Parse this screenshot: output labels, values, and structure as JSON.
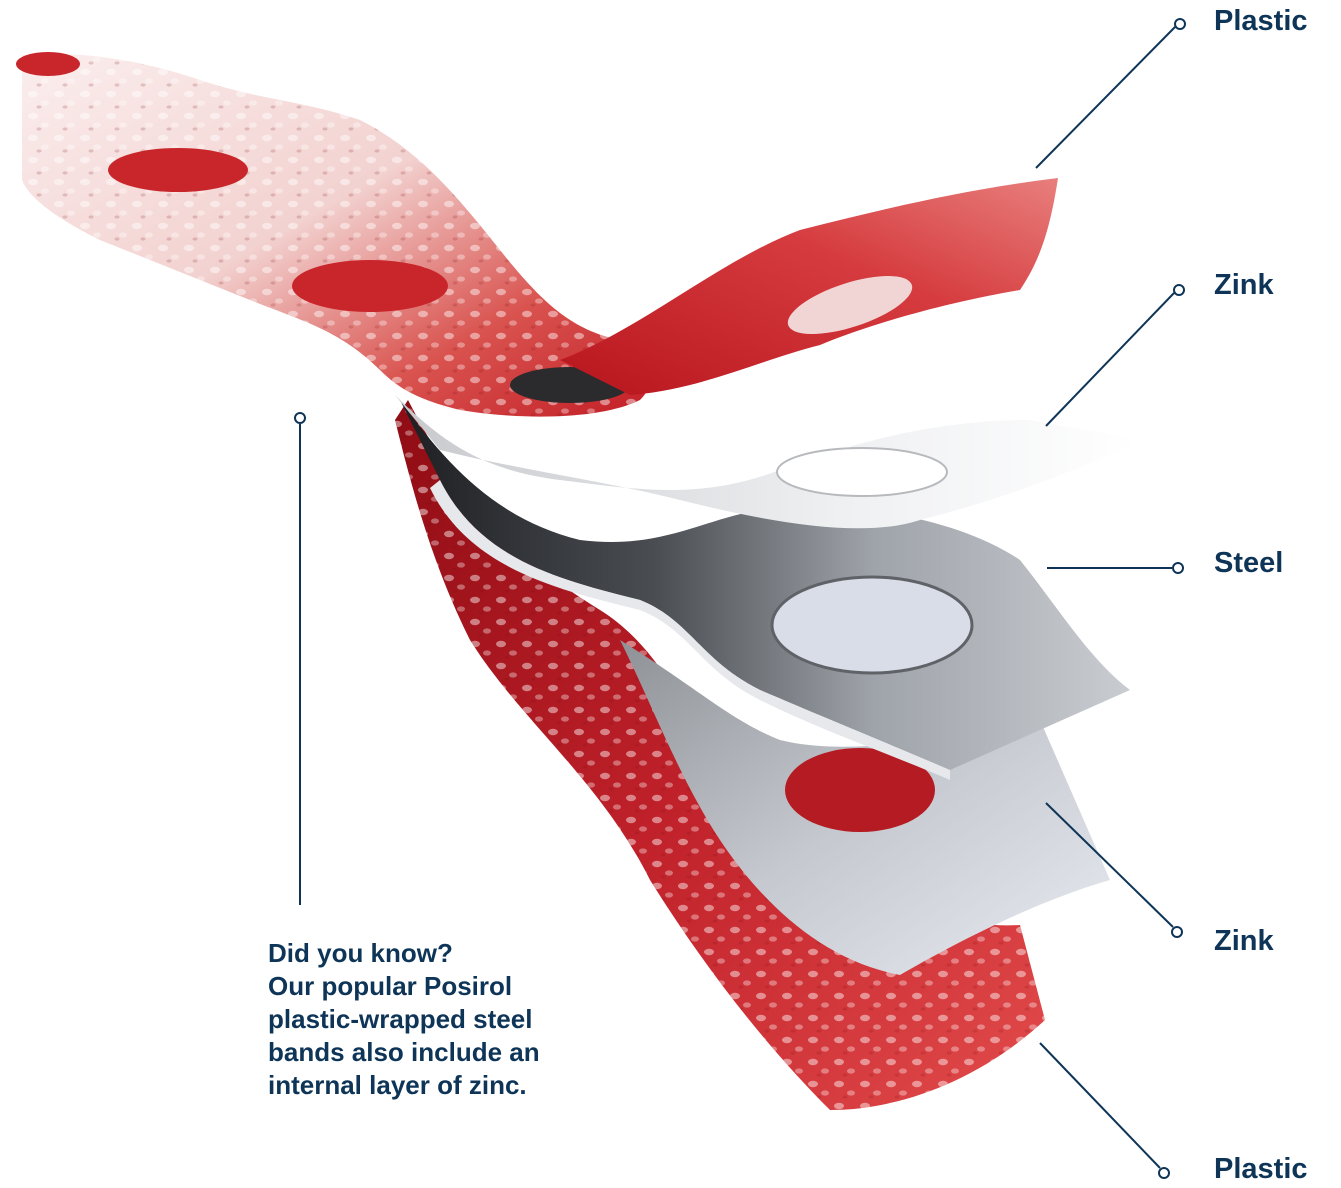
{
  "colors": {
    "callout": "#0e3557",
    "plastic": "#c8242a",
    "plastic_light": "#f4e0de",
    "steel": "#9ea4ab",
    "zinc": "#e4e7ec"
  },
  "labels": {
    "plastic_top": "Plastic",
    "zink_top": "Zink",
    "steel": "Steel",
    "zink_bottom": "Zink",
    "plastic_bottom": "Plastic"
  },
  "note": {
    "lines": [
      "Did you know?",
      "Our popular Posirol",
      "plastic-wrapped steel",
      "bands also include an",
      "internal layer of zinc."
    ]
  }
}
